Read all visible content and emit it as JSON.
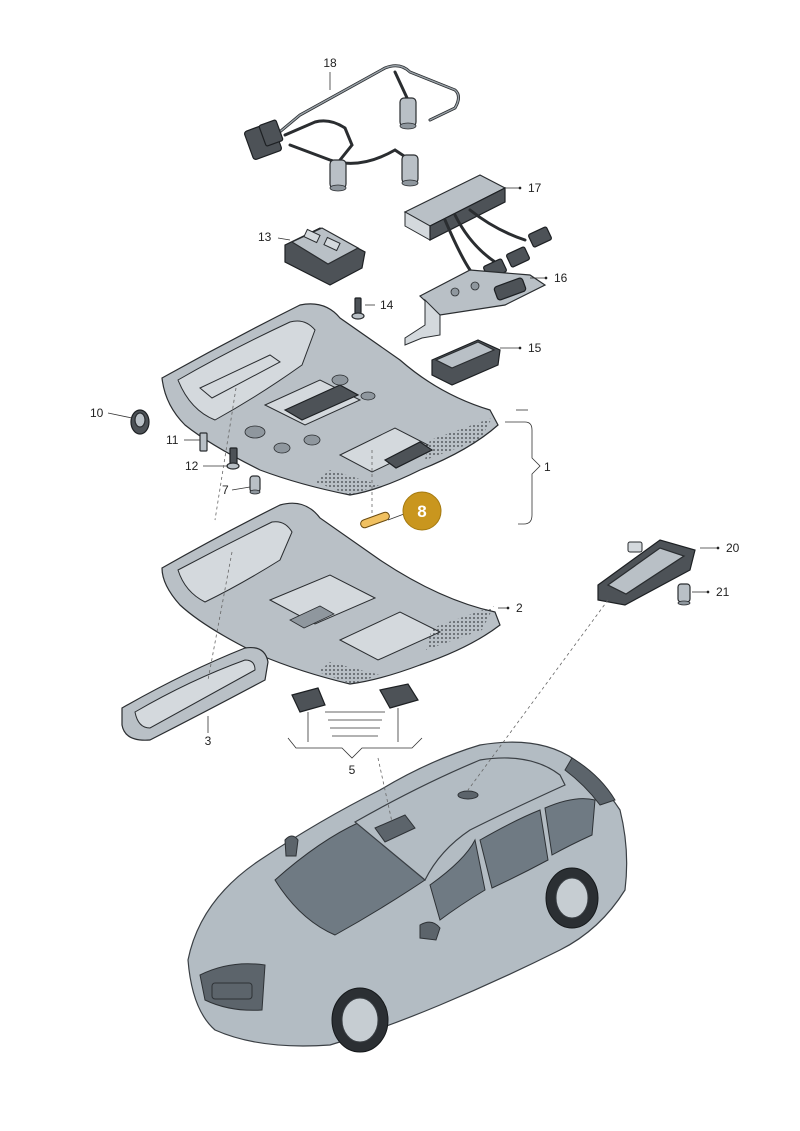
{
  "diagram": {
    "callouts": [
      {
        "id": "c1",
        "text": "1"
      },
      {
        "id": "c2",
        "text": "2"
      },
      {
        "id": "c3",
        "text": "3"
      },
      {
        "id": "c5",
        "text": "5"
      },
      {
        "id": "c7",
        "text": "7"
      },
      {
        "id": "c10",
        "text": "10"
      },
      {
        "id": "c11",
        "text": "11"
      },
      {
        "id": "c12",
        "text": "12"
      },
      {
        "id": "c13",
        "text": "13"
      },
      {
        "id": "c14",
        "text": "14"
      },
      {
        "id": "c15",
        "text": "15"
      },
      {
        "id": "c16",
        "text": "16"
      },
      {
        "id": "c17",
        "text": "17"
      },
      {
        "id": "c18",
        "text": "18"
      },
      {
        "id": "c20",
        "text": "20"
      },
      {
        "id": "c21",
        "text": "21"
      }
    ],
    "highlight": {
      "text": "8",
      "color": "#C9961E"
    },
    "colors": {
      "part": "#B9C0C6",
      "outline": "#2A2D30",
      "car_body": "#B3BCC3"
    }
  }
}
